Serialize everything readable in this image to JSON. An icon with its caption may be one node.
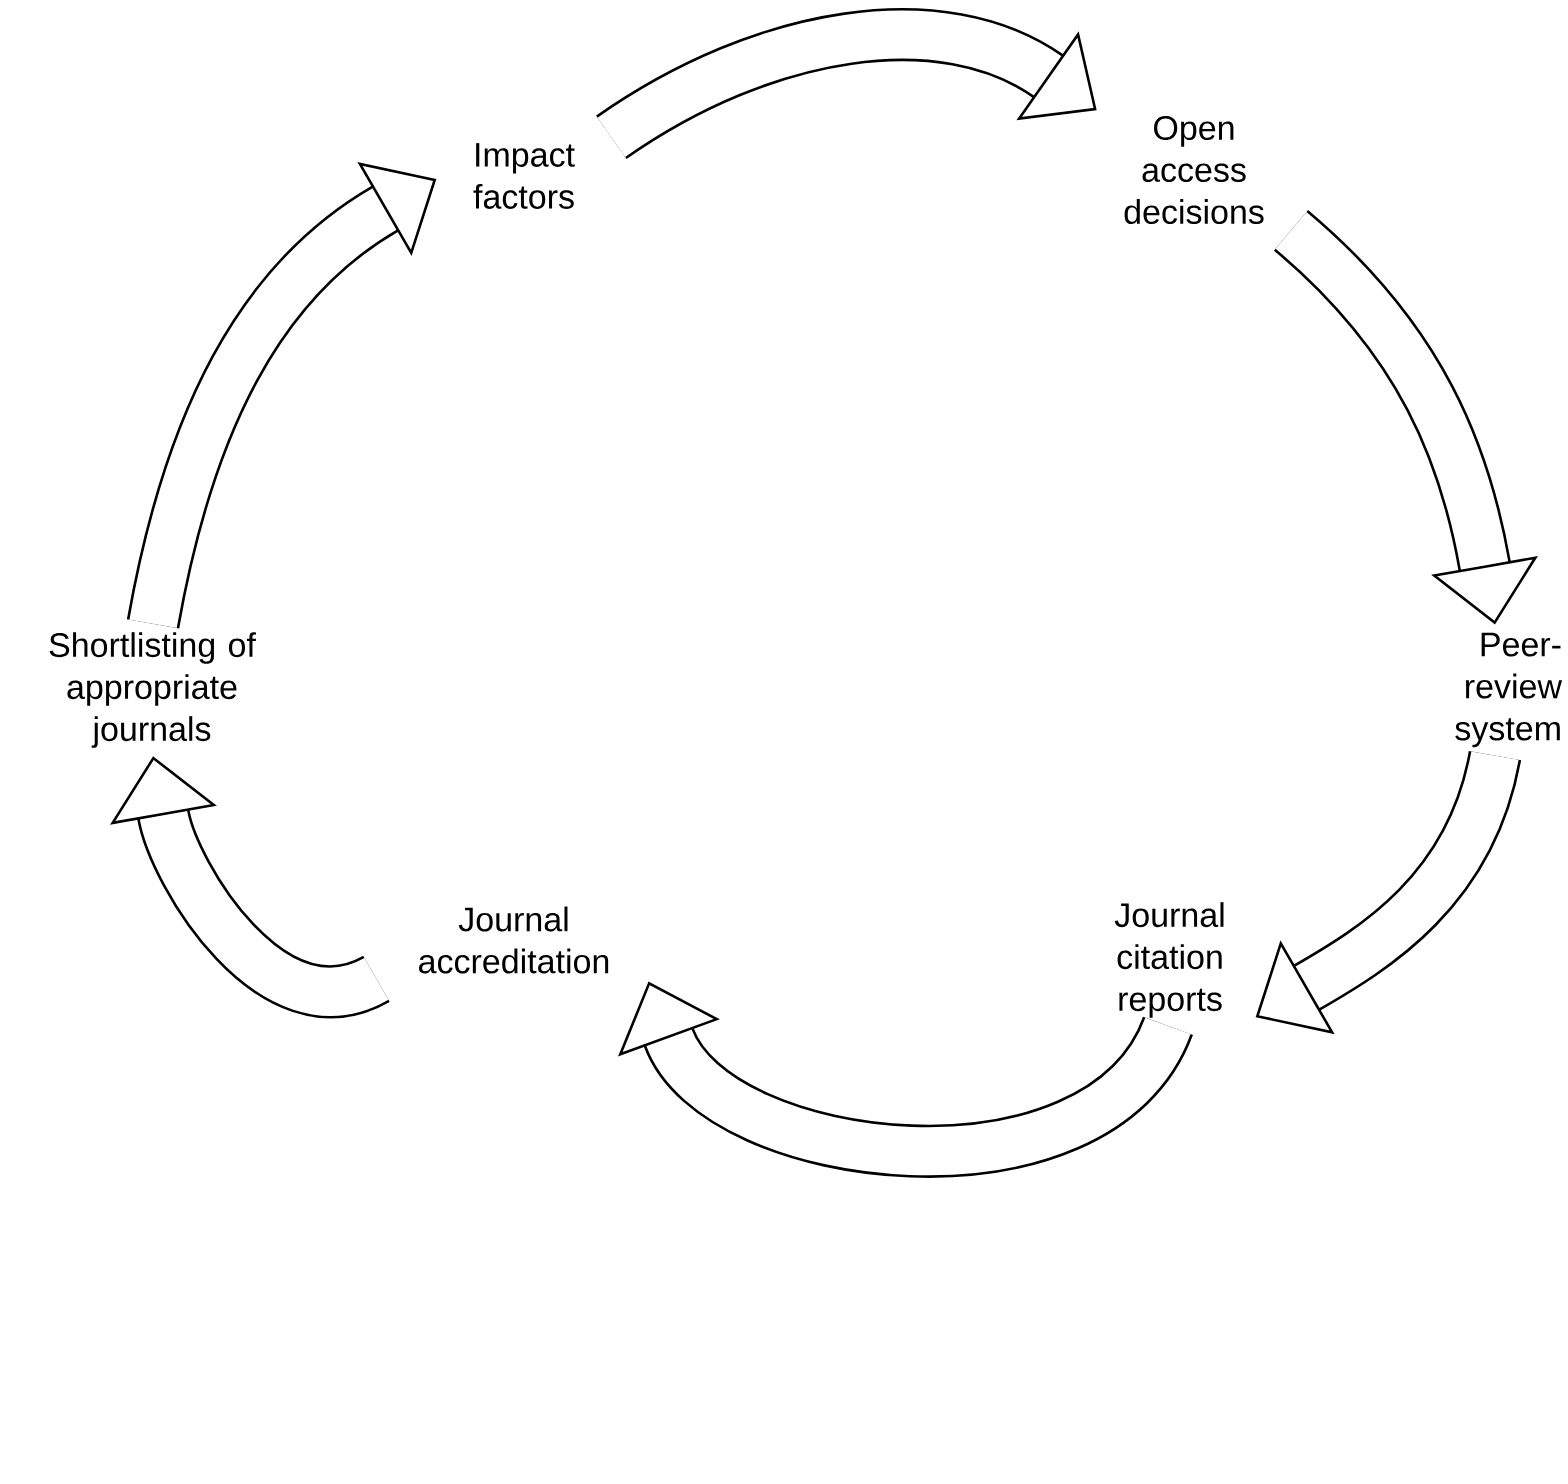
{
  "diagram": {
    "nodes": [
      {
        "text": [
          "Impact factors"
        ]
      },
      {
        "text": [
          "Open access decisions"
        ]
      },
      {
        "text": [
          "Peer-review system"
        ]
      },
      {
        "text": [
          "Journal citation reports"
        ]
      },
      {
        "text": [
          "Journal accreditation"
        ]
      },
      {
        "text": [
          "Shortlisting of appropriate journals"
        ]
      }
    ],
    "edges": [
      {
        "from": 0,
        "to": 1,
        "arrow": "to"
      },
      {
        "from": 1,
        "to": 2,
        "arrow": "to"
      },
      {
        "from": 2,
        "to": 3,
        "arrow": "to"
      },
      {
        "from": 3,
        "to": 4,
        "arrow": "to"
      },
      {
        "from": 4,
        "to": 5,
        "arrow": "to"
      },
      {
        "from": 5,
        "to": 0,
        "arrow": "to"
      }
    ]
  }
}
